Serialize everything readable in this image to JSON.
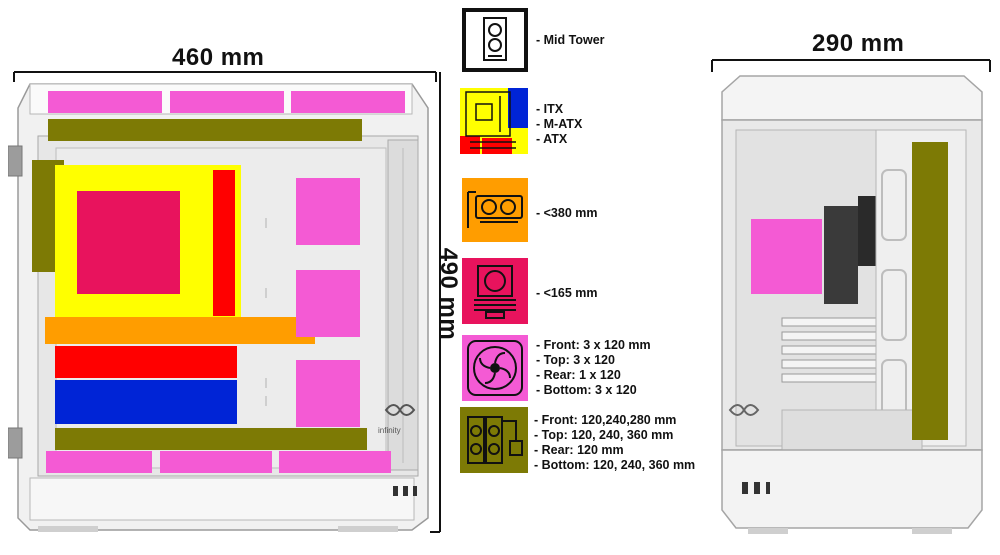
{
  "dimensions": {
    "width": "460 mm",
    "height": "490 mm",
    "depth": "290 mm"
  },
  "brand_mark": "infinity",
  "legend": [
    {
      "icon": "tower-case-icon",
      "lines": [
        "- Mid Tower"
      ]
    },
    {
      "icon": "motherboard-icon",
      "lines": [
        "- ITX",
        "- M-ATX",
        "- ATX"
      ]
    },
    {
      "icon": "gpu-icon",
      "lines": [
        "- <380 mm"
      ]
    },
    {
      "icon": "cpu-cooler-icon",
      "lines": [
        "- <165 mm"
      ]
    },
    {
      "icon": "fan-icon",
      "lines": [
        "- Front: 3 x 120 mm",
        "- Top: 3 x 120",
        "- Rear: 1 x 120",
        "- Bottom: 3 x 120"
      ]
    },
    {
      "icon": "radiator-icon",
      "lines": [
        "- Front: 120,240,280 mm",
        "- Top: 120, 240, 360 mm",
        "- Rear: 120 mm",
        "- Bottom: 120, 240, 360 mm"
      ]
    }
  ],
  "colors": {
    "radiator": "#7d7a05",
    "fan": "#f45ad4",
    "motherboard": "#ffff00",
    "gpu": "#ff9d00",
    "cpu_cooler": "#e8135d",
    "psu": "#0024d6",
    "pcie": "#ff0000"
  }
}
